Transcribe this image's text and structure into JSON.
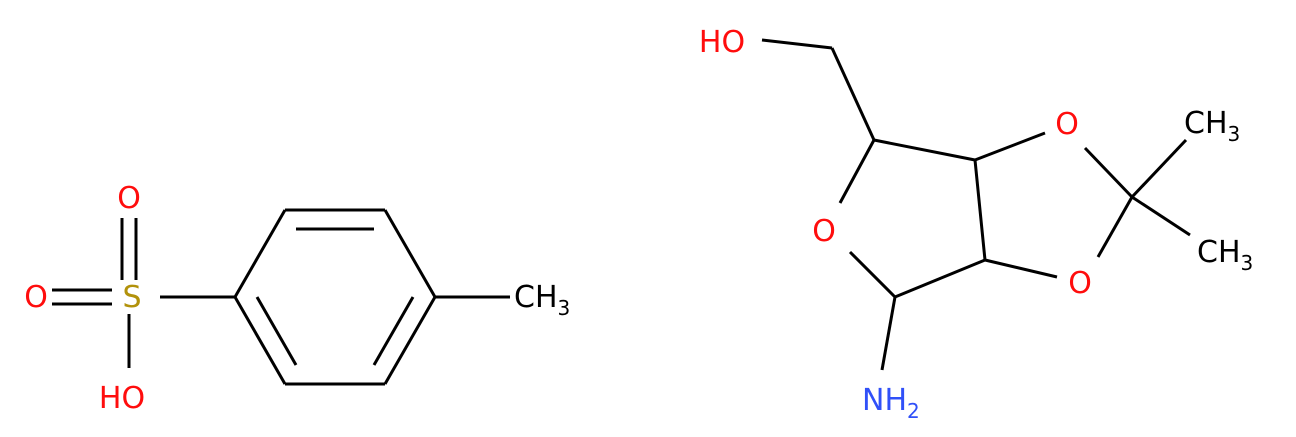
{
  "colors": {
    "oxygen": "#ff0d0d",
    "sulfur": "#b2920b",
    "nitrogen": "#3050f8",
    "carbon": "#000000"
  },
  "tosylate": {
    "o_top": "O",
    "o_left": "O",
    "sulfur": "S",
    "hydroxyl": "HO",
    "methyl": "CH",
    "methyl_sub": "3"
  },
  "sugar": {
    "hydroxyl": "HO",
    "ring_o": "O",
    "dioxolane_o_top": "O",
    "dioxolane_o_bottom": "O",
    "methyl_top": "CH",
    "methyl_top_sub": "3",
    "methyl_bottom": "CH",
    "methyl_bottom_sub": "3",
    "amine": "NH",
    "amine_sub": "2"
  }
}
